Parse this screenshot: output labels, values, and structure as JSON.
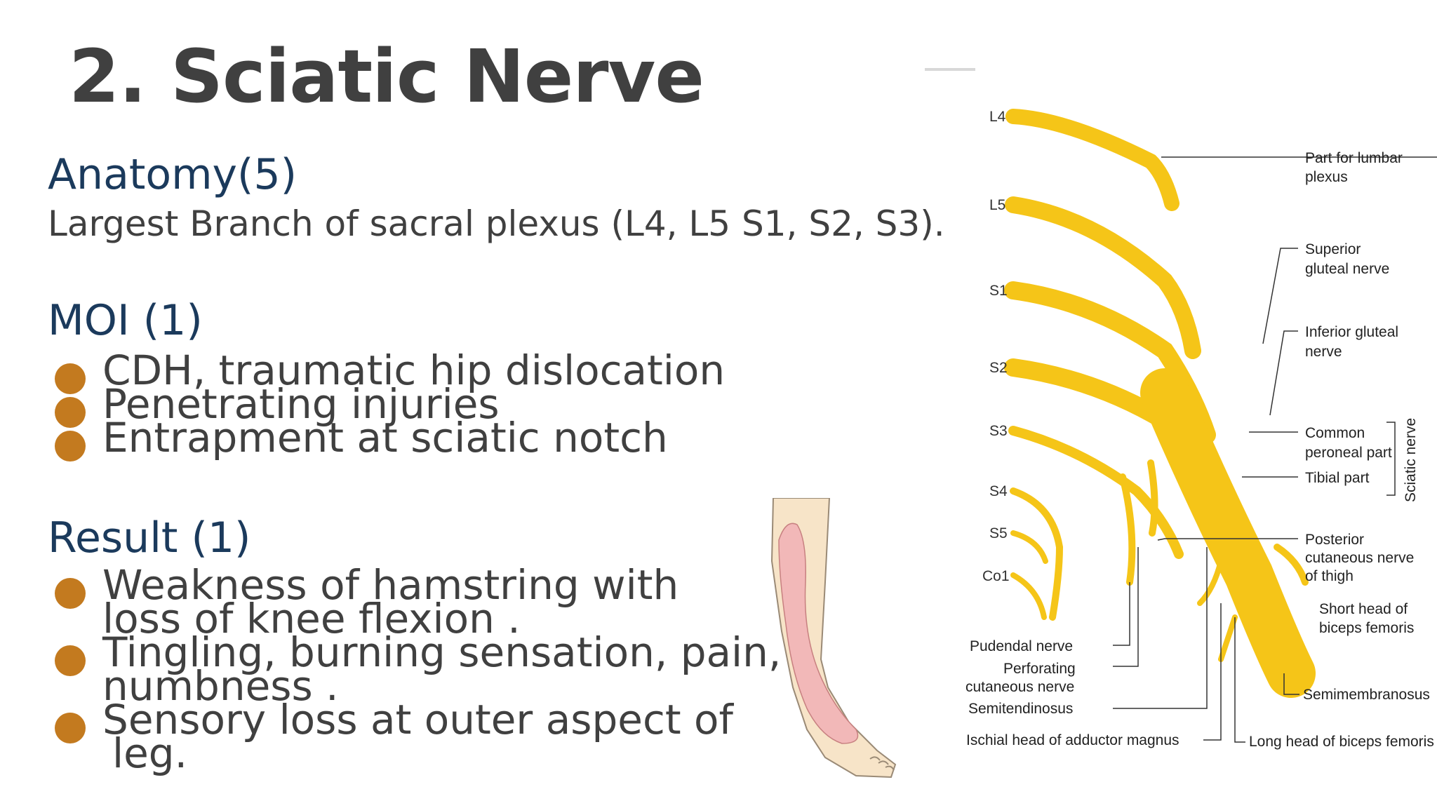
{
  "slide": {
    "title": "2. Sciatic Nerve"
  },
  "anatomy": {
    "heading": "Anatomy(5)",
    "text": "Largest Branch of sacral plexus (L4, L5 S1, S2, S3)."
  },
  "moi": {
    "heading": "MOI (1)",
    "items": [
      "CDH, traumatic hip dislocation",
      "Penetrating injuries",
      "Entrapment at sciatic notch"
    ]
  },
  "result": {
    "heading": "Result (1)",
    "items": [
      {
        "line1": "Weakness of hamstring with",
        "line2": "loss of knee flexion ."
      },
      {
        "line1": "Tingling, burning sensation, pain,",
        "line2": "numbness ."
      },
      {
        "line1": "Sensory loss at outer aspect of",
        "line2": "leg."
      }
    ]
  },
  "colors": {
    "title": "#404040",
    "heading": "#1b3a5c",
    "bullet": "#c37a1f",
    "nerve": "#f5c518",
    "sensory_area": "#f2b8b8"
  },
  "diagram": {
    "roots": [
      "L4",
      "L5",
      "S1",
      "S2",
      "S3",
      "S4",
      "S5",
      "Co1"
    ],
    "labels": {
      "lumbar": [
        "Part for lumbar",
        "plexus"
      ],
      "sup_gluteal": [
        "Superior",
        "gluteal nerve"
      ],
      "inf_gluteal": [
        "Inferior gluteal",
        "nerve"
      ],
      "common_peroneal": [
        "Common",
        "peroneal part"
      ],
      "tibial": "Tibial part",
      "sciatic": "Sciatic nerve",
      "post_cutaneous": [
        "Posterior",
        "cutaneous nerve",
        "of thigh"
      ],
      "short_head": [
        "Short head of",
        "biceps femoris"
      ],
      "pudendal": "Pudendal nerve",
      "perforating": [
        "Perforating",
        "cutaneous nerve"
      ],
      "semitendinosus": "Semitendinosus",
      "semimembranosus": "Semimembranosus",
      "ischial_head": "Ischial head of adductor magnus",
      "long_head": "Long head of biceps femoris"
    }
  }
}
